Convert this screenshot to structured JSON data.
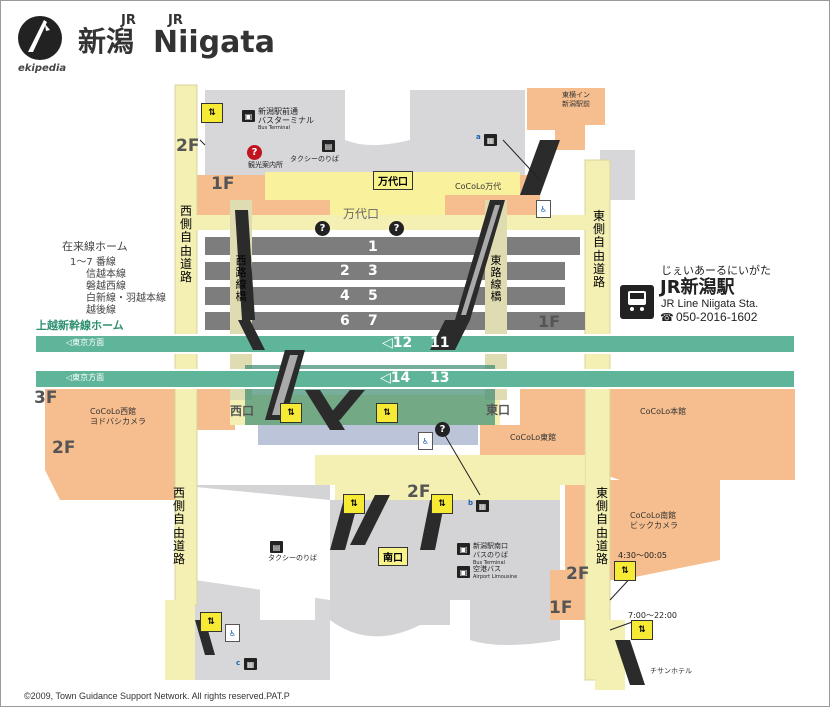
{
  "brand": {
    "logo_text": "ekipedia",
    "jr_small_1": "JR",
    "jr_small_2": "JR",
    "station_kanji": "新潟",
    "station_roman": "Niigata"
  },
  "info": {
    "kana": "じぇいあーるにいがた",
    "name_jp": "JR新潟駅",
    "name_en": "JR Line Niigata Sta.",
    "phone_symbol": "☎",
    "phone": "050-2016-1602"
  },
  "floors": {
    "f2_top": "2F",
    "f1_top": "1F",
    "f1_mid": "1F",
    "f3_left": "3F",
    "f2_left": "2F",
    "f2_center": "2F",
    "f2_bottom_right": "2F",
    "f1_bottom_right": "1F"
  },
  "exits": {
    "bandai": "万代口",
    "bandai_concourse": "万代口",
    "nishi": "西口",
    "higashi": "東口",
    "minami": "南口"
  },
  "roads": {
    "nishigawa_top": "西側自由道路",
    "nishigawa_bottom": "西側自由道路",
    "higashigawa_top": "東側自由道路",
    "higashigawa_bottom": "東側自由道路",
    "nishiro": "西路線橋",
    "higashiro": "東路線橋"
  },
  "conventional": {
    "title": "在来線ホーム",
    "lines": [
      "1～7 番線",
      "信越本線",
      "磐越西線",
      "白新線・羽越本線",
      "越後線"
    ]
  },
  "shinkansen": {
    "title": "上越新幹線ホーム",
    "dir_tokyo_1": "◁東京方面",
    "dir_tokyo_2": "◁東京方面",
    "track_12": "◁12",
    "track_11": "11",
    "track_14": "◁14",
    "track_13": "13"
  },
  "tracks": {
    "t1": "1",
    "t2": "2",
    "t3": "3",
    "t4": "4",
    "t5": "5",
    "t6": "6",
    "t7": "7"
  },
  "facilities": {
    "bus_terminal_jp": "新潟駅前通\nバスターミナル",
    "bus_terminal_jp_1": "新潟駅前通",
    "bus_terminal_jp_2": "バスターミナル",
    "bus_terminal_en": "Bus Terminal",
    "tourist_info": "観光案内所",
    "taxi_top": "タクシーのりば",
    "taxi_bottom": "タクシーのりば",
    "cocolo_bandai": "CoCoLo万代",
    "cocolo_nishi_1": "CoCoLo西館",
    "cocolo_nishi_2": "ヨドバシカメラ",
    "cocolo_honkan": "CoCoLo本館",
    "cocolo_higashi": "CoCoLo東館",
    "cocolo_minami_1": "CoCoLo南館",
    "cocolo_minami_2": "ビックカメラ",
    "toyoko_1": "東横イン",
    "toyoko_2": "新潟駅前",
    "chisun": "チサンホテル",
    "south_bus_jp_1": "新潟駅南口",
    "south_bus_jp_2": "バスのりば",
    "south_bus_en": "Bus Terminal",
    "airport_jp": "空港バス",
    "airport_en": "Airport Limousine",
    "hours_1": "4:30～00:05",
    "hours_2": "7:00～22:00"
  },
  "markers": {
    "a": "a",
    "b": "b",
    "c": "c",
    "question": "?",
    "elevator": "⇅"
  },
  "copyright": "©2009, Town Guidance Support Network. All rights reserved.PAT.P",
  "colors": {
    "yellow_walkway": "#f4f0b4",
    "light_yellow": "#f9f19b",
    "orange_shop": "#f6be8e",
    "gray_area": "#d6d6d8",
    "track_gray": "#7d7d7d",
    "green_shinkansen": "#5fb59a",
    "dark_green": "#3c8a70",
    "blue_concourse": "#bcc4da"
  }
}
